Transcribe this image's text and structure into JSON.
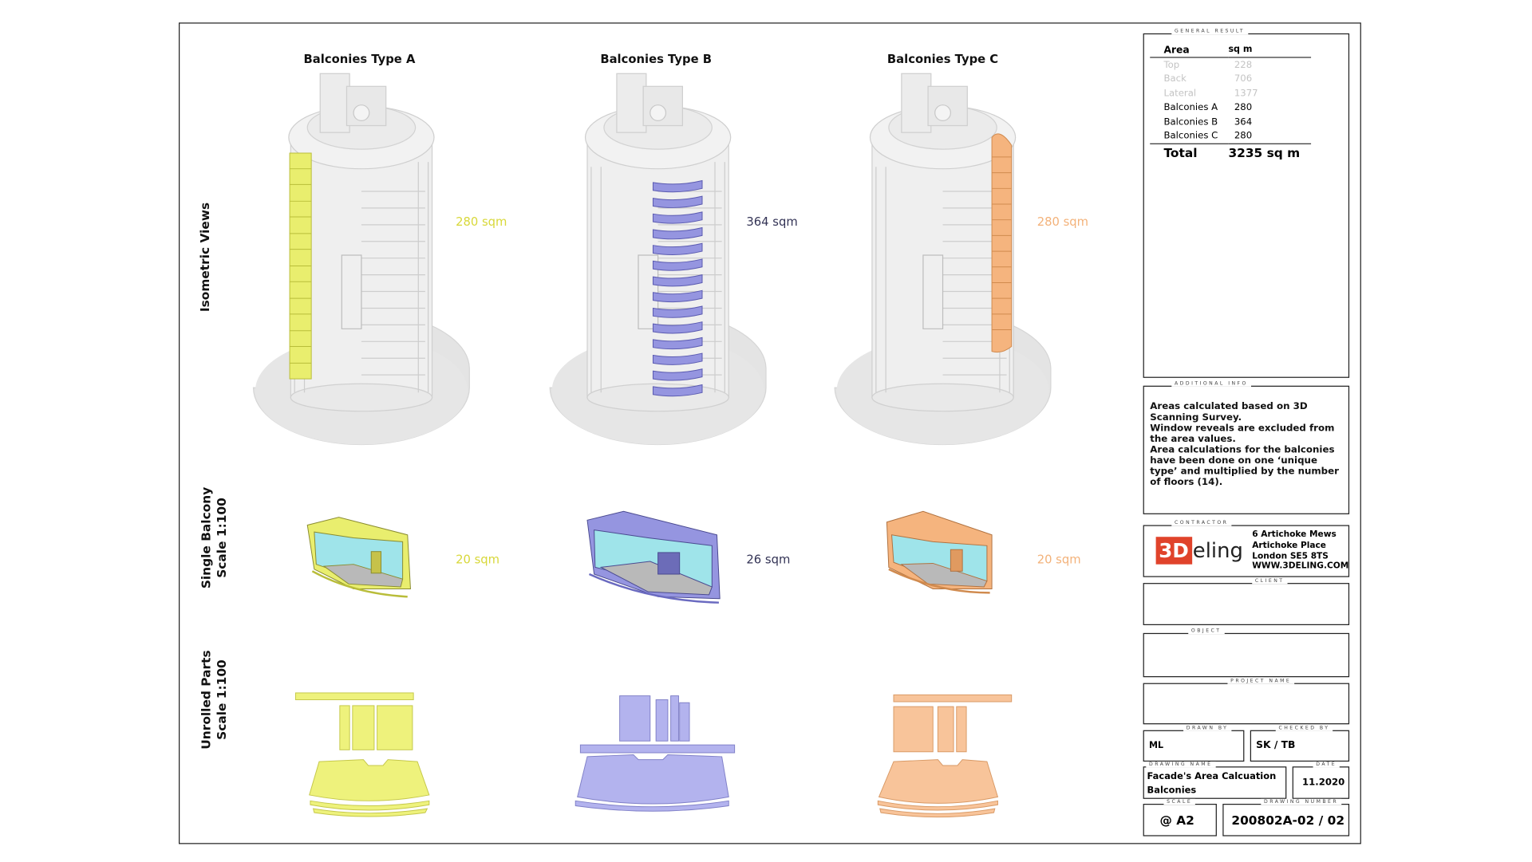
{
  "columns": [
    {
      "title": "Balconies Type A",
      "area_iso": "280 sqm",
      "area_single": "20 sqm",
      "color": "#e9ee6e",
      "label_color": "#d8d83a"
    },
    {
      "title": "Balconies Type B",
      "area_iso": "364 sqm",
      "area_single": "26 sqm",
      "color": "#9595e0",
      "label_color": "#333355"
    },
    {
      "title": "Balconies Type C",
      "area_iso": "280 sqm",
      "area_single": "20 sqm",
      "color": "#f5b47e",
      "label_color": "#f3b27a"
    }
  ],
  "rows": [
    {
      "line1": "Isometric Views",
      "line2": ""
    },
    {
      "line1": "Single Balcony",
      "line2": "Scale 1:100"
    },
    {
      "line1": "Unrolled Parts",
      "line2": "Scale 1:100"
    }
  ],
  "title_block": {
    "general_result": {
      "caption": "General Result",
      "header": {
        "area": "Area",
        "unit": "sq m"
      },
      "rows": [
        {
          "name": "Top",
          "value": "228",
          "muted": true
        },
        {
          "name": "Back",
          "value": "706",
          "muted": true
        },
        {
          "name": "Lateral",
          "value": "1377",
          "muted": true
        },
        {
          "name": "Balconies A",
          "value": "280",
          "muted": false
        },
        {
          "name": "Balconies B",
          "value": "364",
          "muted": false
        },
        {
          "name": "Balconies C",
          "value": "280",
          "muted": false
        }
      ],
      "total_label": "Total",
      "total_value": "3235 sq m"
    },
    "additional_info": {
      "caption": "Additional Info",
      "text": "Areas calculated based on 3D Scanning Survey.\nWindow reveals are excluded from the area values.\nArea calculations for the balconies have been done on one ‘unique type’ and multiplied by the number of floors (14)."
    },
    "contractor": {
      "caption": "Contractor",
      "logo_mark": "3D",
      "logo_text": "eling",
      "address": [
        "6 Artichoke Mews",
        "Artichoke Place",
        "London SE5 8TS",
        "WWW.3DELING.COM"
      ]
    },
    "client": {
      "caption": "Client"
    },
    "object": {
      "caption": "Object"
    },
    "project_name": {
      "caption": "Project Name"
    },
    "drawn_by": {
      "caption": "Drawn by",
      "value": "ML"
    },
    "checked_by": {
      "caption": "Checked by",
      "value": "SK / TB"
    },
    "drawing_name": {
      "caption": "Drawing Name",
      "value": "Facade's Area Calcuation\nBalconies"
    },
    "date": {
      "caption": "Date",
      "value": "11.2020"
    },
    "scale": {
      "caption": "Scale",
      "value": "@ A2"
    },
    "drawing_number": {
      "caption": "Drawing Number",
      "value": "200802A-02 / 02"
    }
  }
}
